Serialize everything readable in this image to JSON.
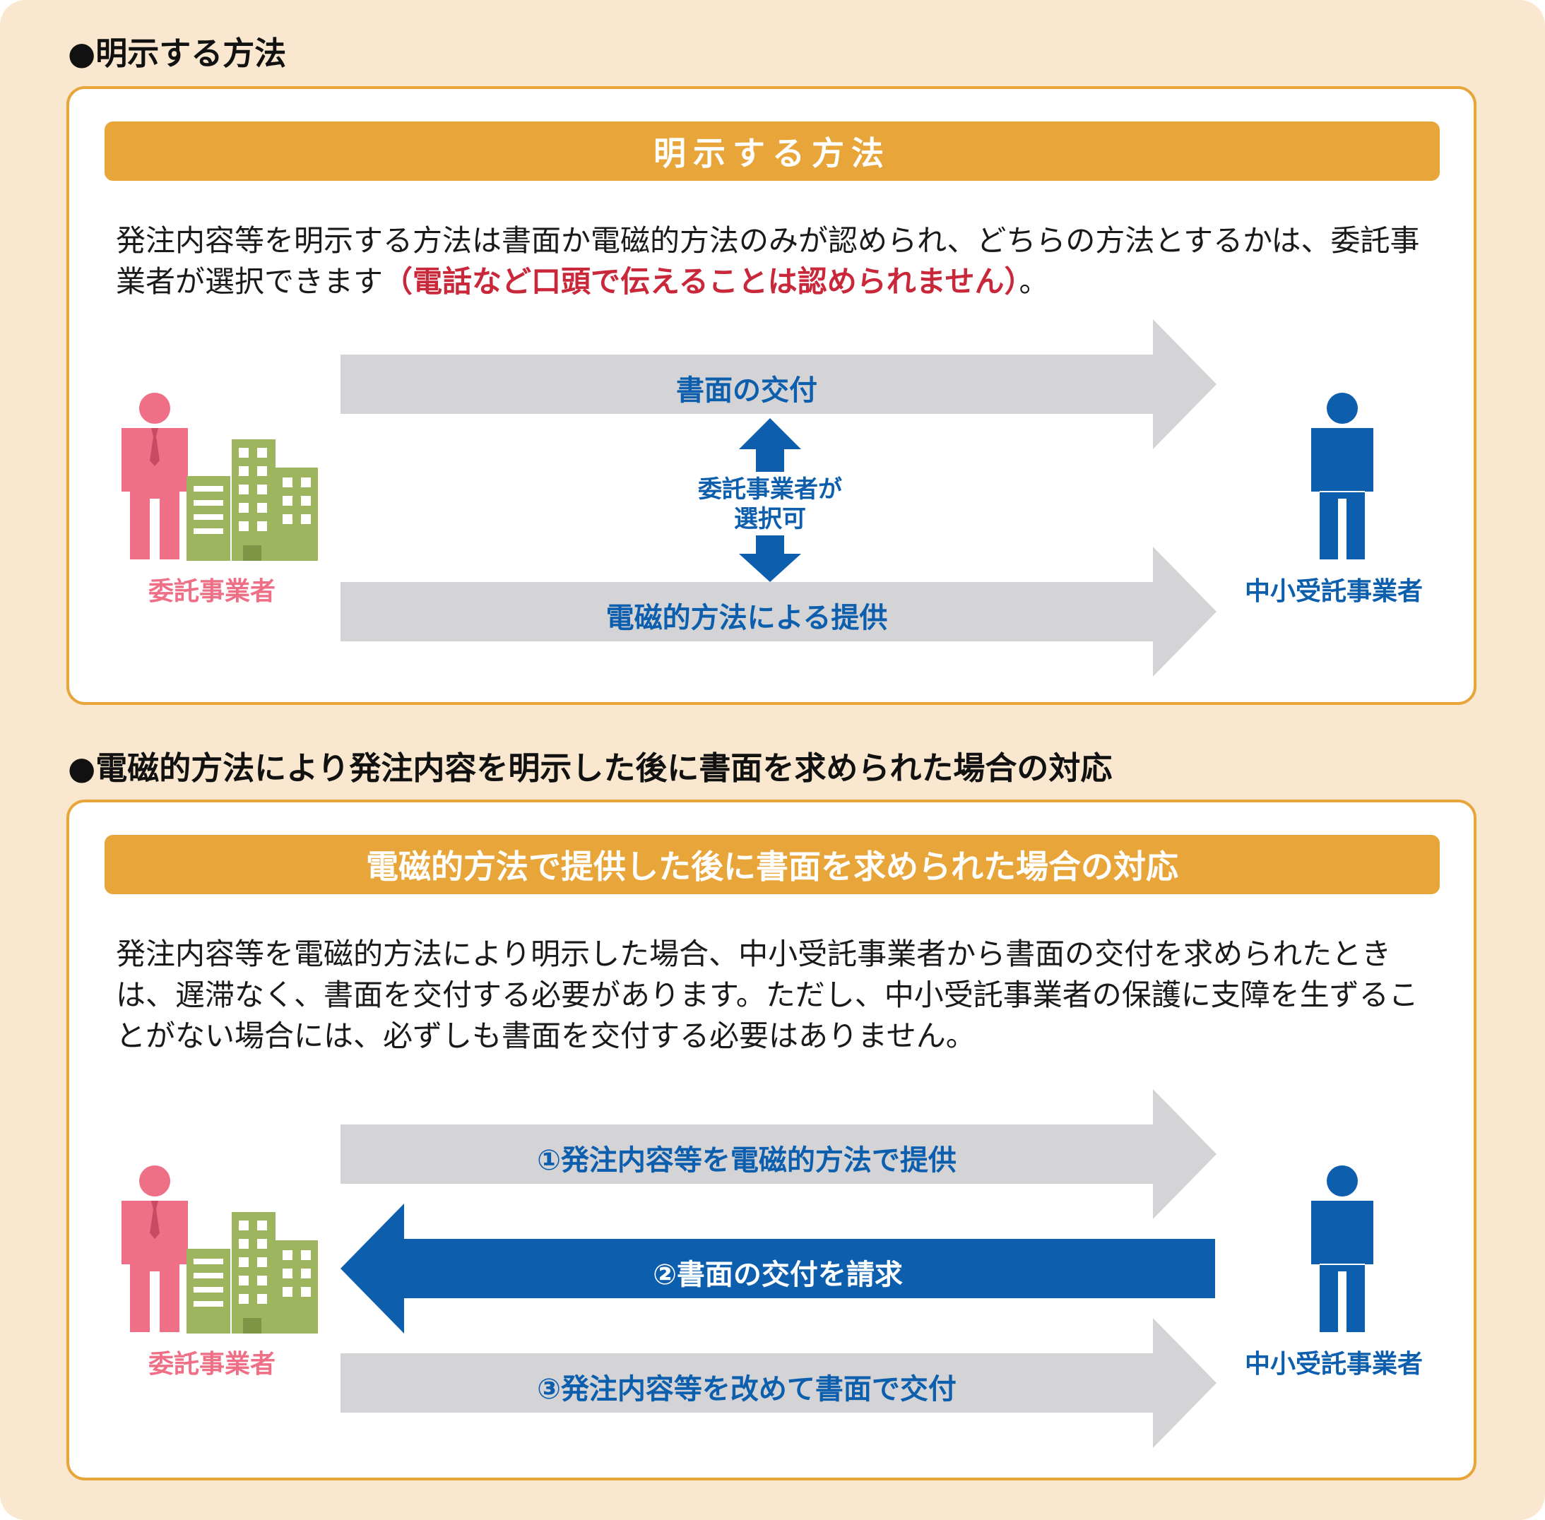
{
  "section1": {
    "heading": "●明示する方法",
    "banner": "明示する方法",
    "desc_main": "発注内容等を明示する方法は書面か電磁的方法のみが認められ、どちらの方法とするかは、委託事業者が選択できます",
    "desc_red": "（電話など口頭で伝えることは認められません）",
    "desc_end": "。",
    "arrow_top": "書面の交付",
    "arrow_bottom": "電磁的方法による提供",
    "choice": "委託事業者が\n選択可",
    "left_party": "委託事業者",
    "right_party": "中小受託事業者"
  },
  "section2": {
    "heading": "●電磁的方法により発注内容を明示した後に書面を求められた場合の対応",
    "banner": "電磁的方法で提供した後に書面を求められた場合の対応",
    "desc": "発注内容等を電磁的方法により明示した場合、中小受託事業者から書面の交付を求められたときは、遅滞なく、書面を交付する必要があります。ただし、中小受託事業者の保護に支障を生ずることがない場合には、必ずしも書面を交付する必要はありません。",
    "arrow1": "①発注内容等を電磁的方法で提供",
    "arrow2": "②書面の交付を請求",
    "arrow3": "③発注内容等を改めて書面で交付",
    "left_party": "委託事業者",
    "right_party": "中小受託事業者"
  },
  "colors": {
    "background": "#f9e8cf",
    "accent": "#e8a63a",
    "blue": "#0d5fae",
    "pink": "#ef6f87",
    "green": "#9cb55e",
    "gray_arrow": "#d4d4d6",
    "red": "#c8283a"
  }
}
